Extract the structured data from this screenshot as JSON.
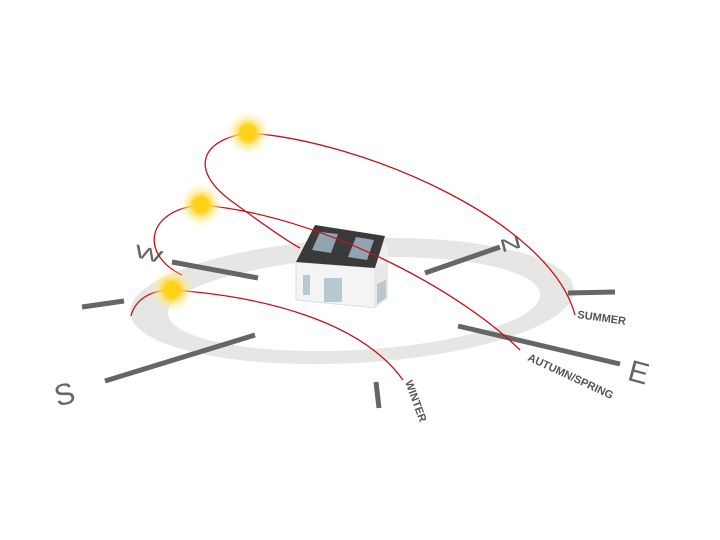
{
  "compass": {
    "north": "N",
    "east": "E",
    "south": "S",
    "west": "W"
  },
  "seasons": {
    "summer": "SUMMER",
    "autumn_spring": "AUTUMN/SPRING",
    "winter": "WINTER"
  },
  "colors": {
    "sun_path": "#c0141c",
    "sun": "#ffd21a",
    "ring": "#e6e6e4",
    "compass_lines": "#666666",
    "roof": "#333333"
  }
}
